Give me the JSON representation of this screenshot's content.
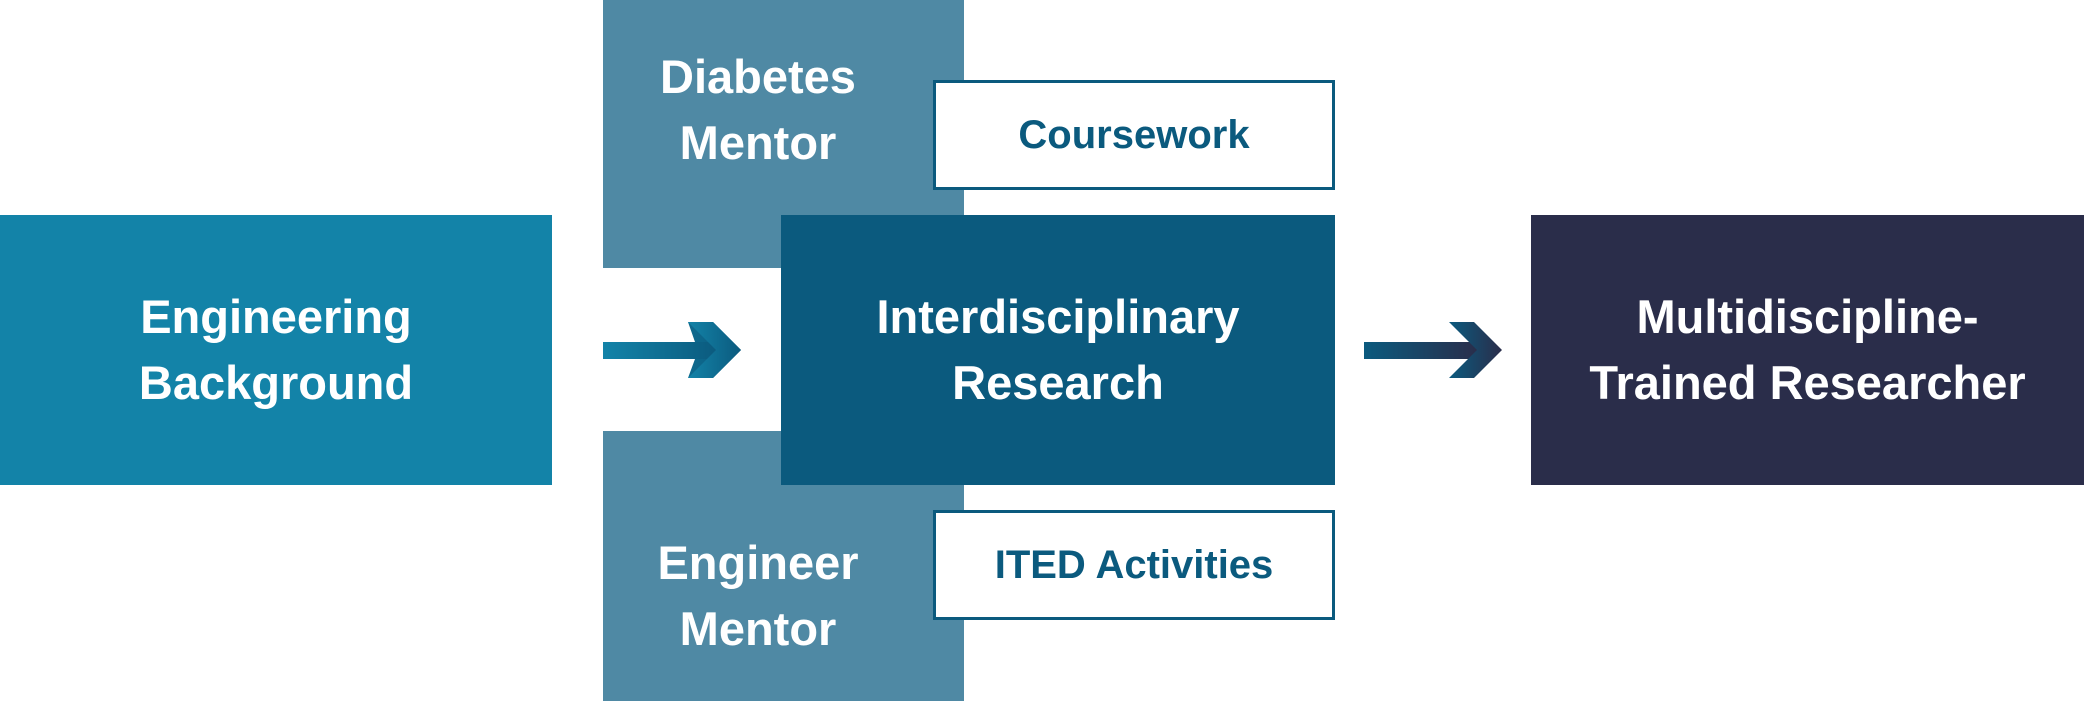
{
  "nodes": {
    "engineering": [
      "Engineering",
      "Background"
    ],
    "diabetes_mentor": [
      "Diabetes",
      "Mentor"
    ],
    "engineer_mentor": [
      "Engineer",
      "Mentor"
    ],
    "coursework": "Coursework",
    "ited": "ITED Activities",
    "interdisciplinary": [
      "Interdisciplinary",
      "Research"
    ],
    "outcome": [
      "Multidiscipline-",
      "Trained Researcher"
    ]
  },
  "colors": {
    "engineering": "#1383a8",
    "mentor": "#4f89a4",
    "interdisciplinary": "#0b5a7e",
    "outcome": "#2a2d4a"
  }
}
